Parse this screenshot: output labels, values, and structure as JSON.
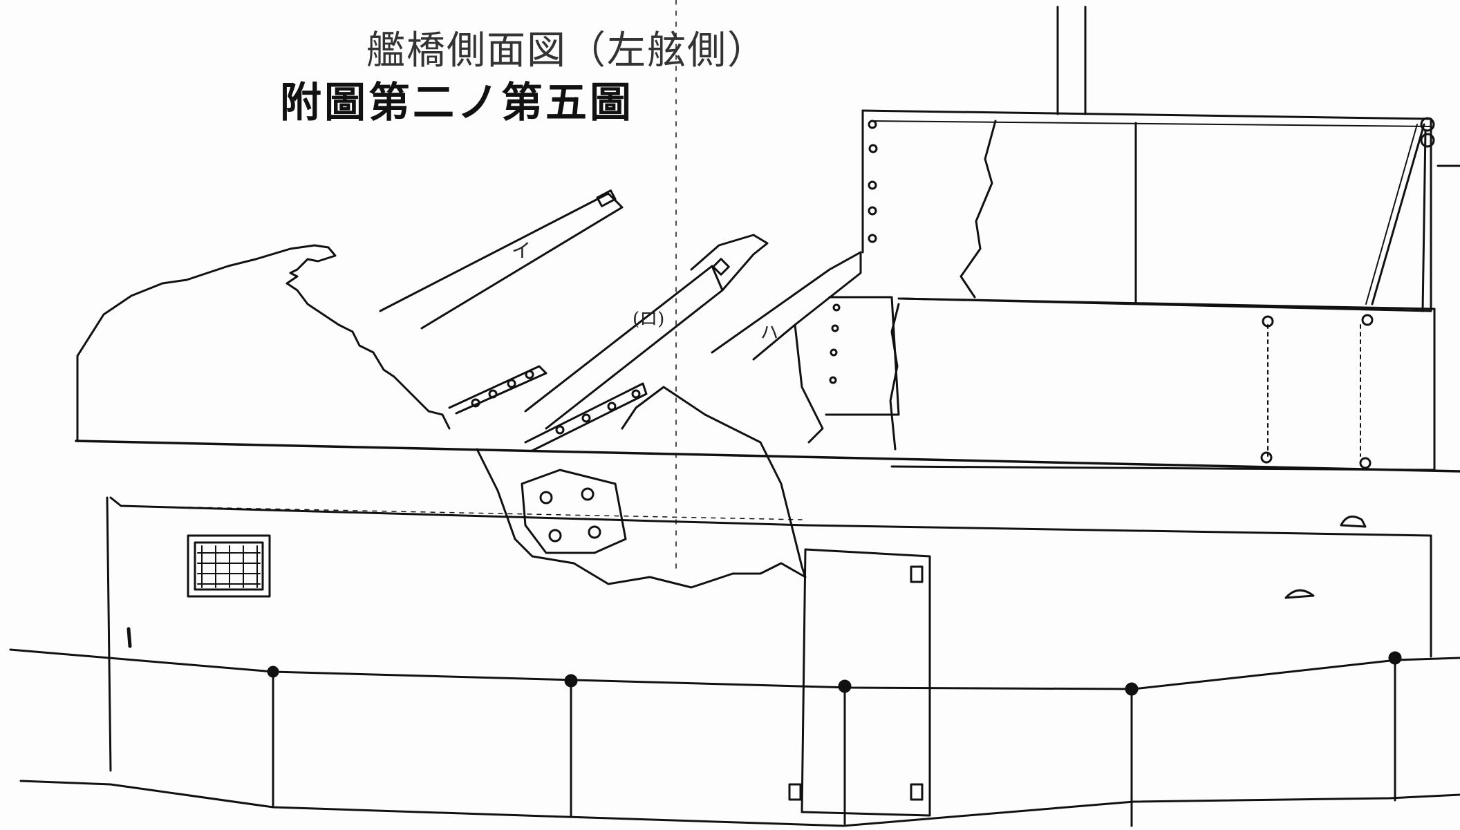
{
  "title": "艦橋側面図（左舷側）",
  "subtitle": "附圖第二ノ第五圖",
  "part_labels": {
    "i": "イ",
    "ro": "(ロ)",
    "ha": "ハ"
  },
  "colors": {
    "line": "#111111",
    "paper": "#fdfdfd"
  }
}
